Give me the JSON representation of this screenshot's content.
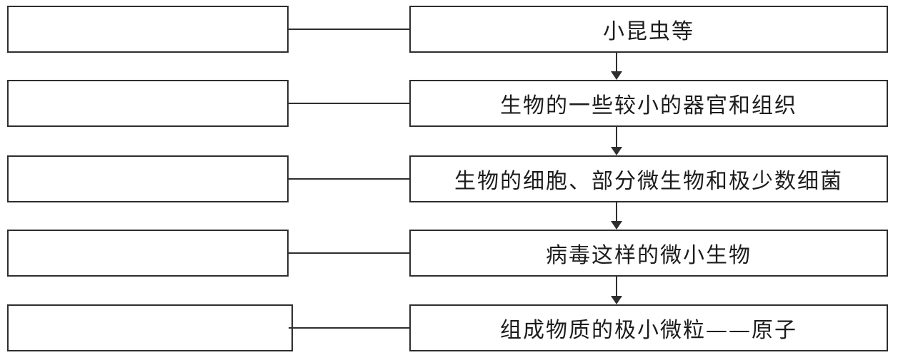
{
  "diagram": {
    "type": "flowchart",
    "description_rows_order": "top-to-bottom, decreasing size scale",
    "rows": [
      {
        "left_label": "",
        "right_label": "小昆虫等"
      },
      {
        "left_label": "",
        "right_label": "生物的一些较小的器官和组织"
      },
      {
        "left_label": "",
        "right_label": "生物的细胞、部分微生物和极少数细菌"
      },
      {
        "left_label": "",
        "right_label": "病毒这样的微小生物"
      },
      {
        "left_label": "",
        "right_label": "组成物质的极小微粒——原子"
      }
    ],
    "colors": {
      "line": "#2e2e2e",
      "text": "#1c1c1c",
      "background": "#ffffff"
    }
  }
}
